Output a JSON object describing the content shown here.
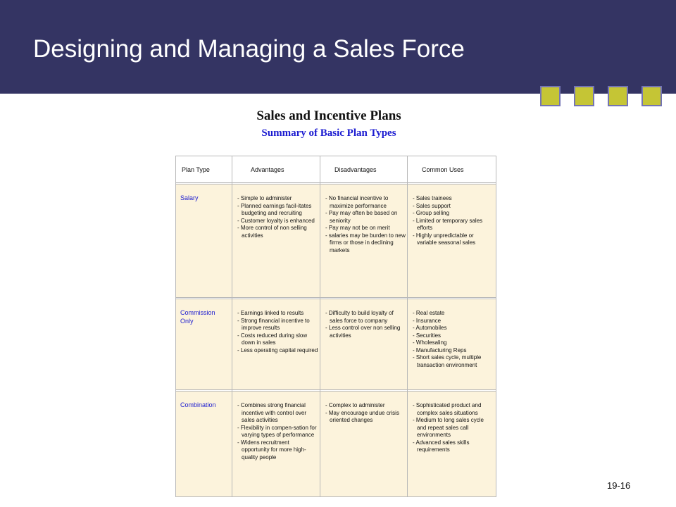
{
  "slide": {
    "title": "Designing and Managing a Sales Force",
    "page_number": "19-16",
    "colors": {
      "header": "#343463",
      "square_fill": "#c5c535",
      "square_border": "#7474b4",
      "cell_fill": "#fcf3dc",
      "accent_text": "#1a1ad0"
    }
  },
  "table": {
    "title": "Sales and Incentive Plans",
    "subtitle": "Summary of Basic Plan Types",
    "headers": [
      "Plan Type",
      "Advantages",
      "Disadvantages",
      "Common Uses"
    ],
    "rows": [
      {
        "plan": "Salary",
        "advantages": [
          "Simple to administer",
          "Planned earnings facil-itates budgeting and recruiting",
          "Customer loyalty is enhanced",
          "More control of non selling activities"
        ],
        "disadvantages": [
          "No financial incentive to maximize performance",
          "Pay may often be based on seniority",
          "Pay may not be on merit",
          "salaries may be burden to new firms or those in declining markets"
        ],
        "uses": [
          "Sales trainees",
          "Sales support",
          "Group selling",
          "Limited or temporary sales efforts",
          "Highly unpredictable or variable seasonal sales"
        ]
      },
      {
        "plan": "Commission\nOnly",
        "advantages": [
          "Earnings linked to results",
          "Strong financial incentive to improve results",
          "Costs reduced during slow down in sales",
          "Less operating capital required"
        ],
        "disadvantages": [
          "Difficulty to build loyalty of sales force to company",
          "Less control over non selling activities"
        ],
        "uses": [
          "Real estate",
          "Insurance",
          "Automobiles",
          "Securities",
          "Wholesaling",
          "Manufacturing Reps",
          "Short sales cycle, multiple transaction environment"
        ]
      },
      {
        "plan": "Combination",
        "advantages": [
          "Combines strong financial incentive with control over sales activities",
          "Flexibility in compen-sation for varying types of performance",
          "Widens recruitment opportunity for more high-quality people"
        ],
        "disadvantages": [
          "Complex to administer",
          "May encourage undue crisis oriented changes"
        ],
        "uses": [
          "Sophisticated product and complex sales situations",
          "Medium to long sales cycle and repeat sales call environments",
          "Advanced sales skills requirements"
        ]
      }
    ]
  }
}
